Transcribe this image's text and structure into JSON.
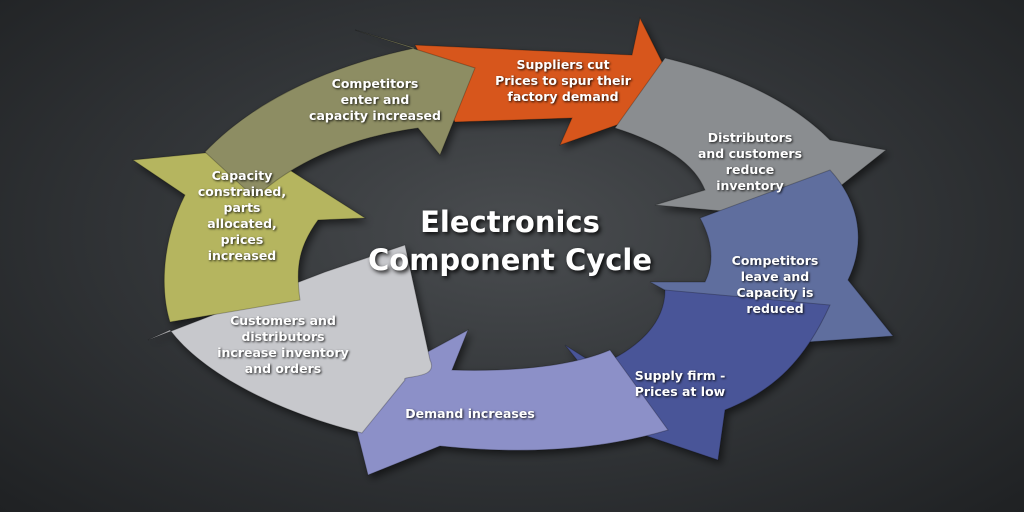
{
  "title": "Electronics\nComponent Cycle",
  "steps": [
    {
      "label": "Suppliers cut\nPrices to spur their\nfactory demand",
      "color": "#d7561a"
    },
    {
      "label": "Distributors\nand customers\nreduce\ninventory",
      "color": "#8a8d90"
    },
    {
      "label": "Competitors\nleave and\nCapacity is\nreduced",
      "color": "#5f6e9e"
    },
    {
      "label": "Supply firm -\nPrices at low",
      "color": "#4a5598"
    },
    {
      "label": "Demand increases",
      "color": "#8c90c8"
    },
    {
      "label": "Customers and\ndistributors\n      increase inventory\nand orders",
      "color": "#c7c8cc"
    },
    {
      "label": "Capacity\nconstrained,\nparts\nallocated,\nprices\nincreased",
      "color": "#b5b55f"
    },
    {
      "label": "Competitors\nenter and\ncapacity increased",
      "color": "#8d8d64"
    }
  ]
}
